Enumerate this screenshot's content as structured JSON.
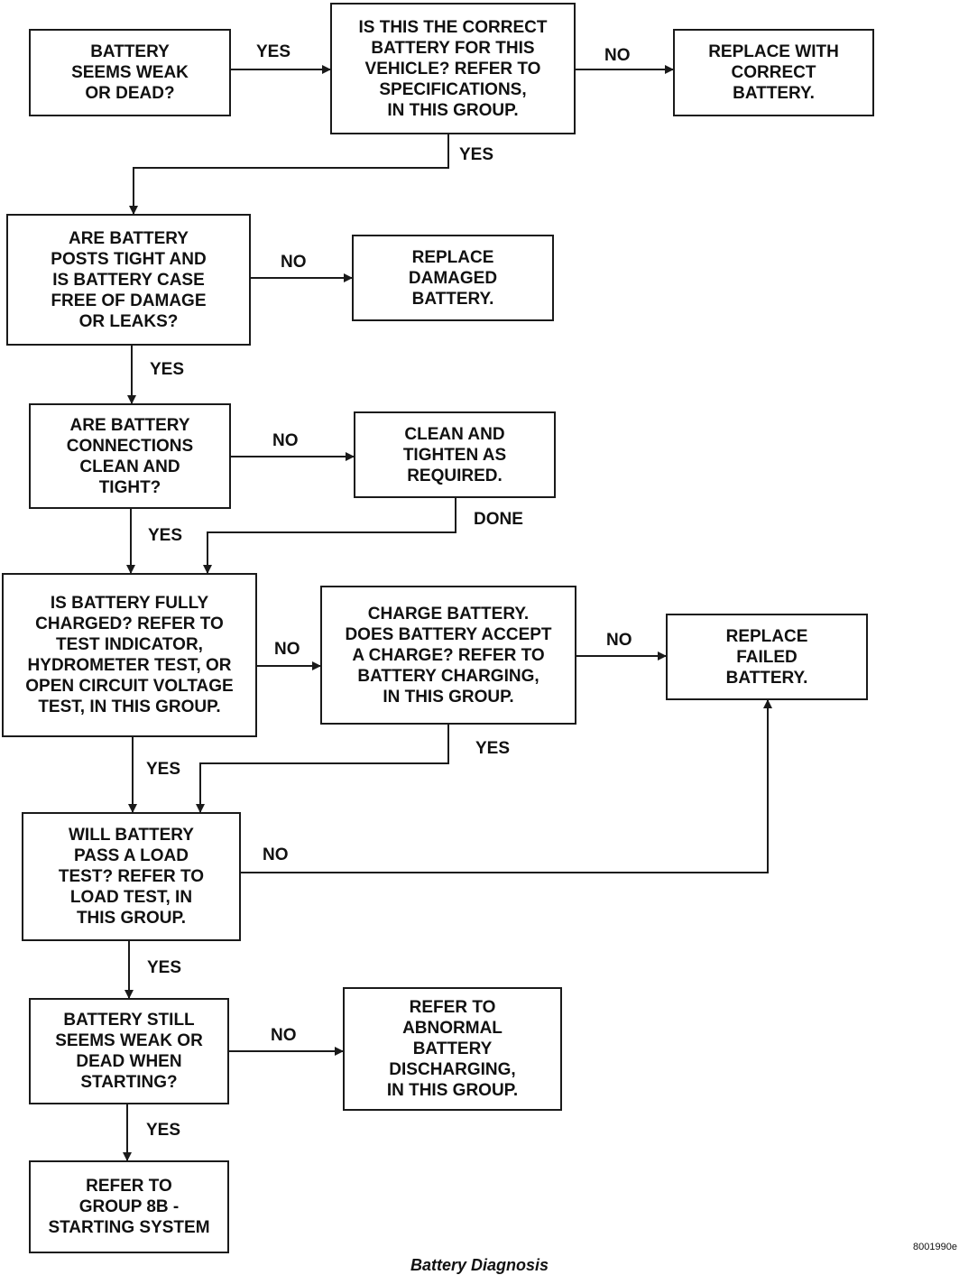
{
  "boxes": {
    "weak_dead": "BATTERY\nSEEMS WEAK\nOR DEAD?",
    "correct_battery": "IS THIS THE CORRECT\nBATTERY FOR THIS\nVEHICLE? REFER TO\nSPECIFICATIONS,\nIN THIS GROUP.",
    "replace_correct": "REPLACE WITH\nCORRECT\nBATTERY.",
    "posts_tight": "ARE BATTERY\nPOSTS TIGHT AND\nIS BATTERY CASE\nFREE OF DAMAGE\nOR LEAKS?",
    "replace_damaged": "REPLACE\nDAMAGED\nBATTERY.",
    "connections_clean": "ARE BATTERY\nCONNECTIONS\nCLEAN AND\nTIGHT?",
    "clean_tighten": "CLEAN AND\nTIGHTEN AS\nREQUIRED.",
    "fully_charged": "IS BATTERY FULLY\nCHARGED? REFER TO\nTEST INDICATOR,\nHYDROMETER TEST, OR\nOPEN CIRCUIT VOLTAGE\nTEST, IN THIS GROUP.",
    "charge_battery": "CHARGE BATTERY.\nDOES BATTERY ACCEPT\nA CHARGE? REFER TO\nBATTERY CHARGING,\nIN THIS GROUP.",
    "replace_failed": "REPLACE\nFAILED\nBATTERY.",
    "load_test": "WILL BATTERY\nPASS A LOAD\nTEST? REFER TO\nLOAD TEST, IN\nTHIS GROUP.",
    "still_weak": "BATTERY STILL\nSEEMS WEAK OR\nDEAD WHEN\nSTARTING?",
    "abnormal_discharging": "REFER TO\nABNORMAL\nBATTERY\nDISCHARGING,\nIN THIS GROUP.",
    "starting_system": "REFER TO\nGROUP 8B -\nSTARTING SYSTEM"
  },
  "labels": {
    "yes_1": "YES",
    "no_1": "NO",
    "yes_2": "YES",
    "no_2": "NO",
    "yes_3": "YES",
    "no_3": "NO",
    "done": "DONE",
    "yes_4": "YES",
    "no_4": "NO",
    "no_5": "NO",
    "yes_5": "YES",
    "yes_6": "YES",
    "no_6": "NO",
    "yes_7": "YES",
    "no_7": "NO",
    "yes_8": "YES"
  },
  "figure_code": "8001990e",
  "caption": "Battery Diagnosis"
}
